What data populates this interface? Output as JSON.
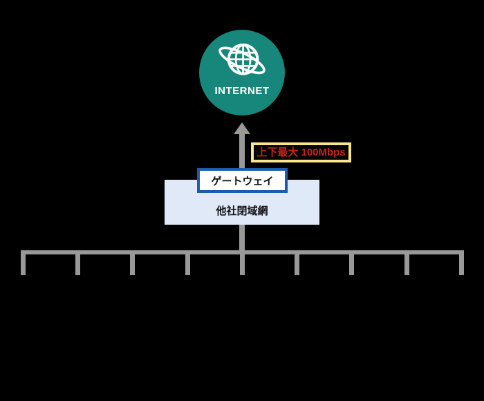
{
  "diagram": {
    "internet": {
      "label": "INTERNET",
      "icon": "globe-orbit-icon",
      "circle_color": "#17867B",
      "icon_color": "#FFFFFF"
    },
    "uplink": {
      "arrow_direction": "up",
      "arrow_color": "#999999"
    },
    "bandwidth_label": {
      "text": "上下最大 100Mbps",
      "text_color": "#C8221A",
      "border_color": "#F9E58C"
    },
    "gateway": {
      "label": "ゲートウェイ",
      "border_color": "#1D5CAD",
      "fill_color": "#FFFFFF"
    },
    "closed_network": {
      "label": "他社閉域網",
      "fill_color": "#DFE9F8"
    },
    "connectors": {
      "color": "#999999",
      "branch_count": 9
    }
  }
}
